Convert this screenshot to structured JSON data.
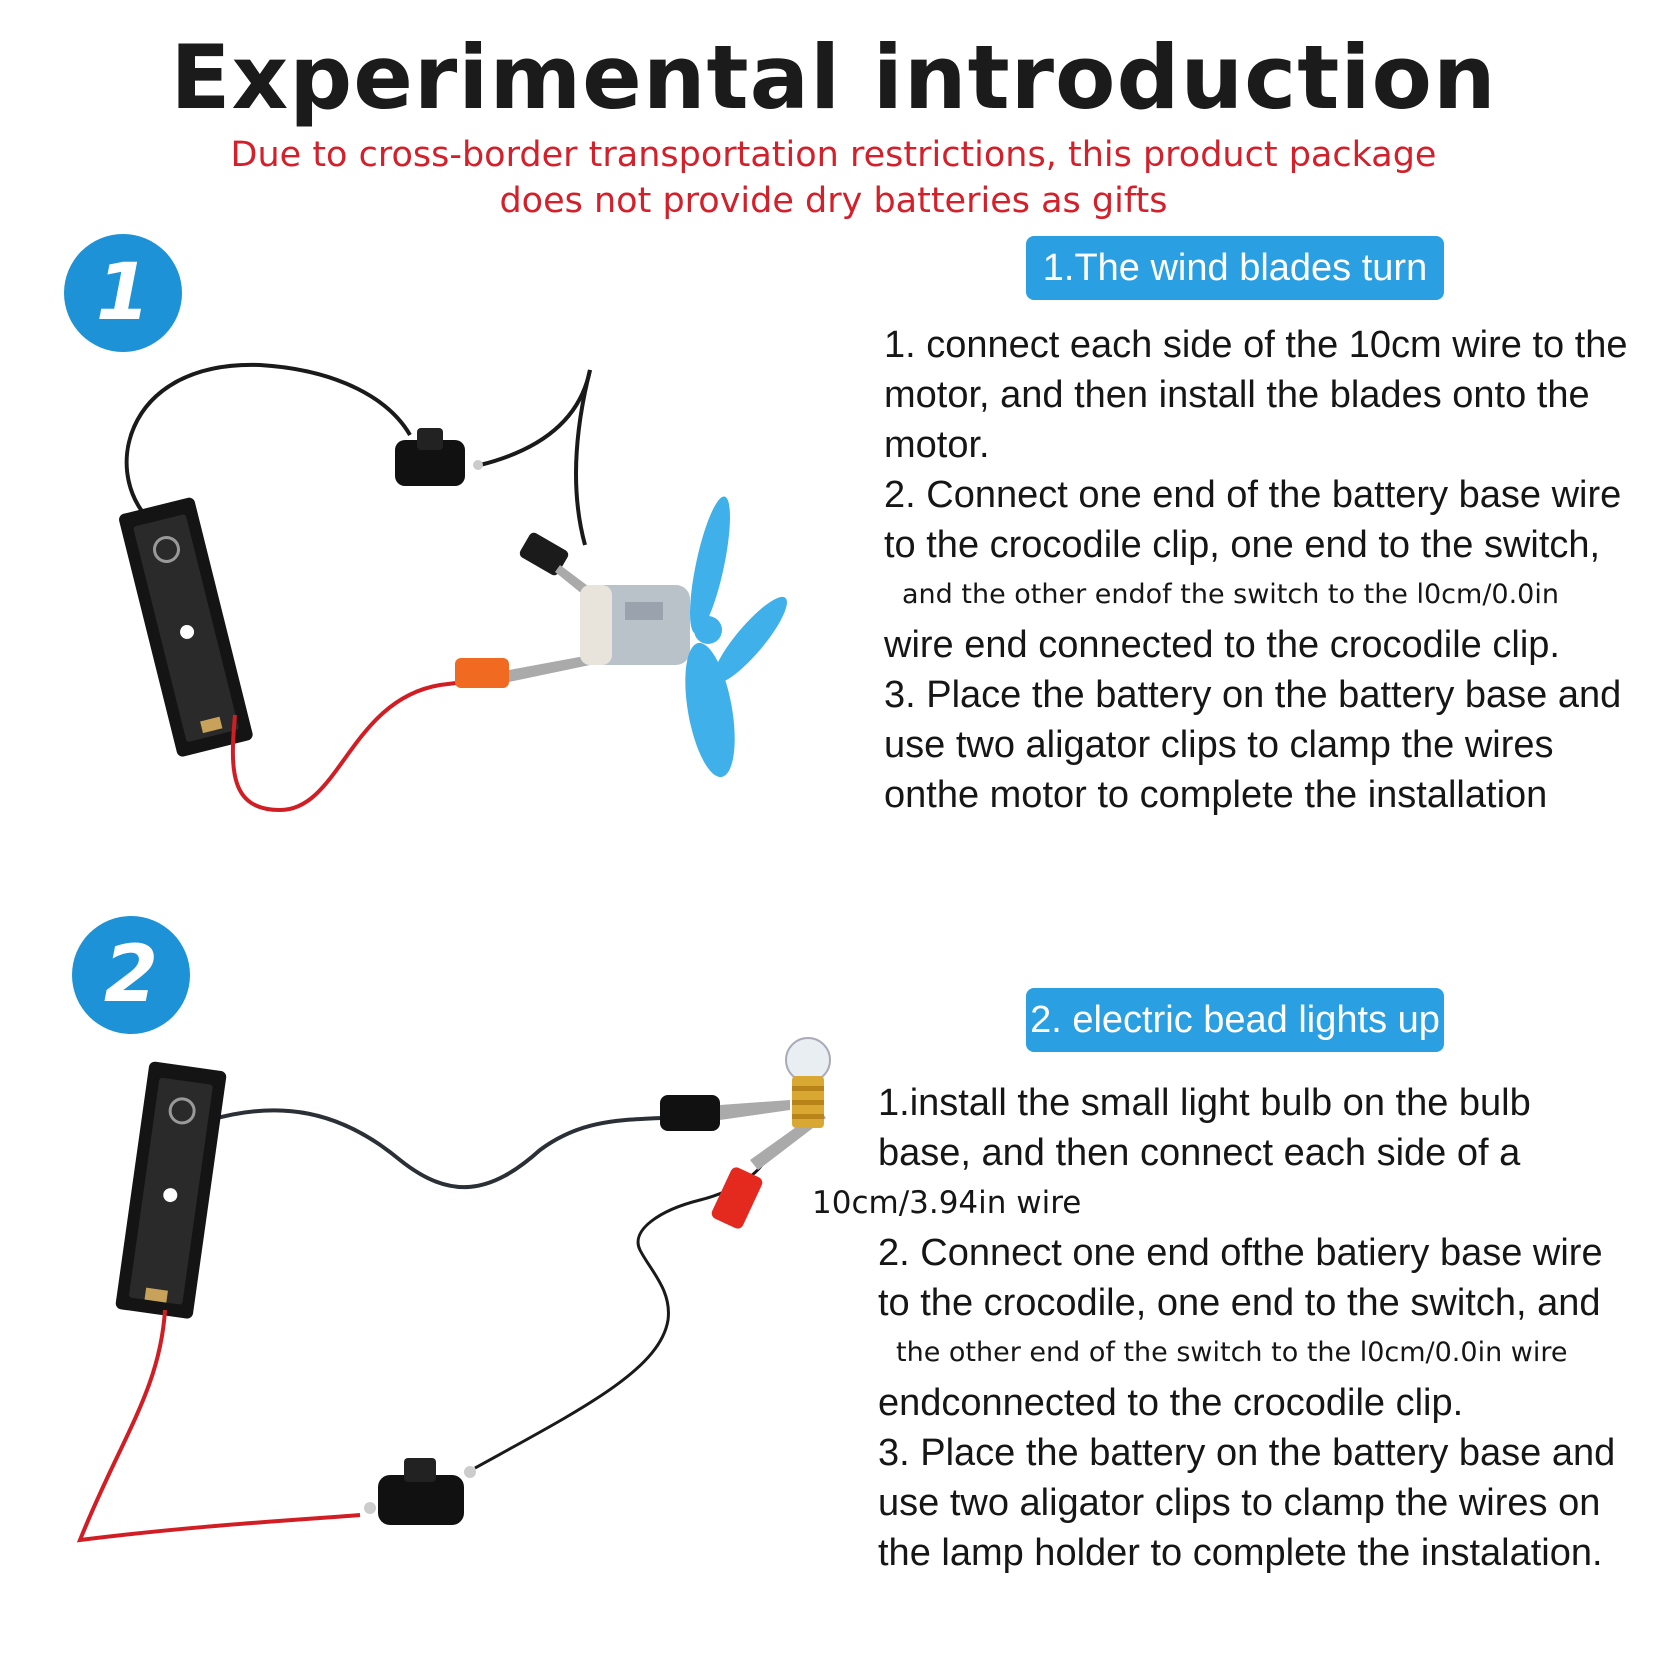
{
  "header": {
    "title": "Experimental introduction",
    "notice_line1": "Due to cross-border transportation restrictions, this product package",
    "notice_line2": "does not provide dry batteries as gifts"
  },
  "section1": {
    "badge": "1",
    "heading": "1.The wind blades turn",
    "lines": [
      "1. connect each side of the 10cm wire to the",
      "motor, and then install the blades onto the",
      "motor.",
      "2. Connect one end of the battery base wire",
      "to the crocodile clip, one end to the switch,",
      "and the other endof the switch to the l0cm/0.0in",
      "wire end connected to the crocodile clip.",
      "3. Place the battery on the battery base and",
      "use two aligator clips to clamp the wires",
      "onthe motor to complete the installation"
    ]
  },
  "section2": {
    "badge": "2",
    "heading": "2. electric bead lights up",
    "lines": [
      "1.install the small light bulb on the bulb",
      "base, and then connect each side of a",
      "10cm/3.94in wire",
      "2. Connect one end ofthe batiery base wire",
      "to the crocodile, one end to the switch, and",
      "the other end of the switch to the l0cm/0.0in wire",
      "endconnected to the crocodile clip.",
      "3. Place the battery on the battery base and",
      "use two aligator clips to clamp the wires on",
      "the lamp holder to complete the instalation."
    ]
  },
  "colors": {
    "accent_blue": "#1e92d6",
    "notice_red": "#d3202a",
    "fan_blue": "#3fb0ea",
    "wire_red": "#d11d24"
  }
}
